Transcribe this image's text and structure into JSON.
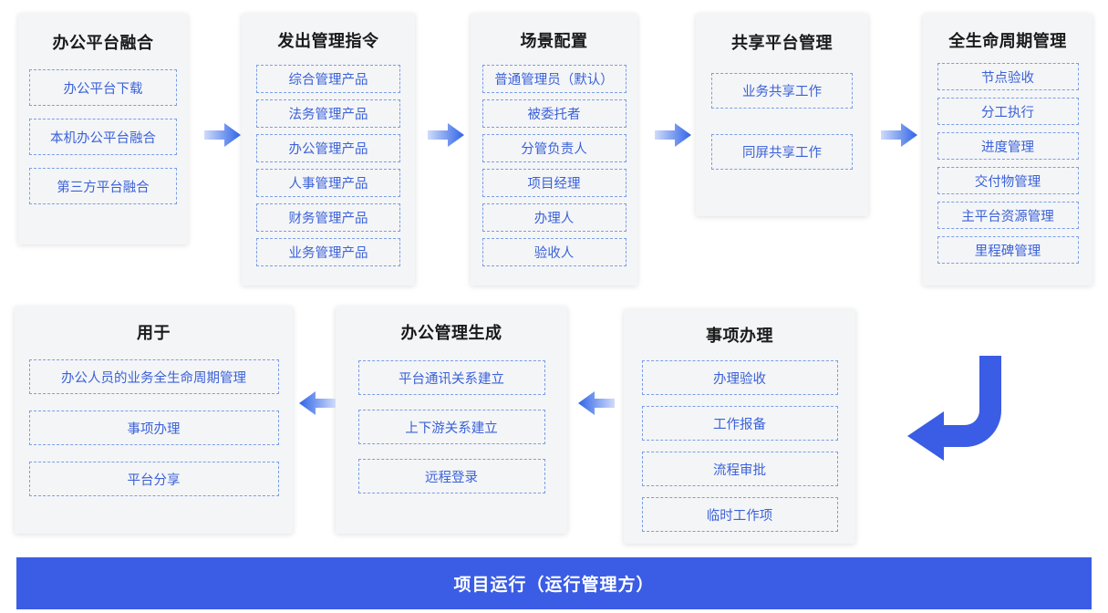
{
  "diagram": {
    "type": "flowchart",
    "accent_color": "#3b5ce4",
    "item_text_color": "#3b62d8",
    "item_border_color": "#7b9ee6",
    "card_bg": "#f4f5f7",
    "top_row": [
      {
        "title": "办公平台融合",
        "items": [
          "办公平台下载",
          "本机办公平台融合",
          "第三方平台融合"
        ]
      },
      {
        "title": "发出管理指令",
        "items": [
          "综合管理产品",
          "法务管理产品",
          "办公管理产品",
          "人事管理产品",
          "财务管理产品",
          "业务管理产品"
        ]
      },
      {
        "title": "场景配置",
        "items": [
          "普通管理员（默认）",
          "被委托者",
          "分管负责人",
          "项目经理",
          "办理人",
          "验收人"
        ]
      },
      {
        "title": "共享平台管理",
        "items": [
          "业务共享工作",
          "同屏共享工作"
        ]
      },
      {
        "title": "全生命周期管理",
        "items": [
          "节点验收",
          "分工执行",
          "进度管理",
          "交付物管理",
          "主平台资源管理",
          "里程碑管理"
        ]
      }
    ],
    "bottom_row": [
      {
        "title": "用于",
        "items": [
          "办公人员的业务全生命周期管理",
          "事项办理",
          "平台分享"
        ]
      },
      {
        "title": "办公管理生成",
        "items": [
          "平台通讯关系建立",
          "上下游关系建立",
          "远程登录"
        ]
      },
      {
        "title": "事项办理",
        "items": [
          "办理验收",
          "工作报备",
          "流程审批",
          "临时工作项"
        ]
      }
    ],
    "banner": {
      "text": "项目运行（运行管理方）"
    },
    "arrows": [
      {
        "name": "arrow-right-1",
        "direction": "right"
      },
      {
        "name": "arrow-right-2",
        "direction": "right"
      },
      {
        "name": "arrow-right-3",
        "direction": "right"
      },
      {
        "name": "arrow-right-4",
        "direction": "right"
      },
      {
        "name": "arrow-left-1",
        "direction": "left"
      },
      {
        "name": "arrow-left-2",
        "direction": "left"
      },
      {
        "name": "arrow-curve-down-left",
        "direction": "down-then-left"
      }
    ]
  }
}
